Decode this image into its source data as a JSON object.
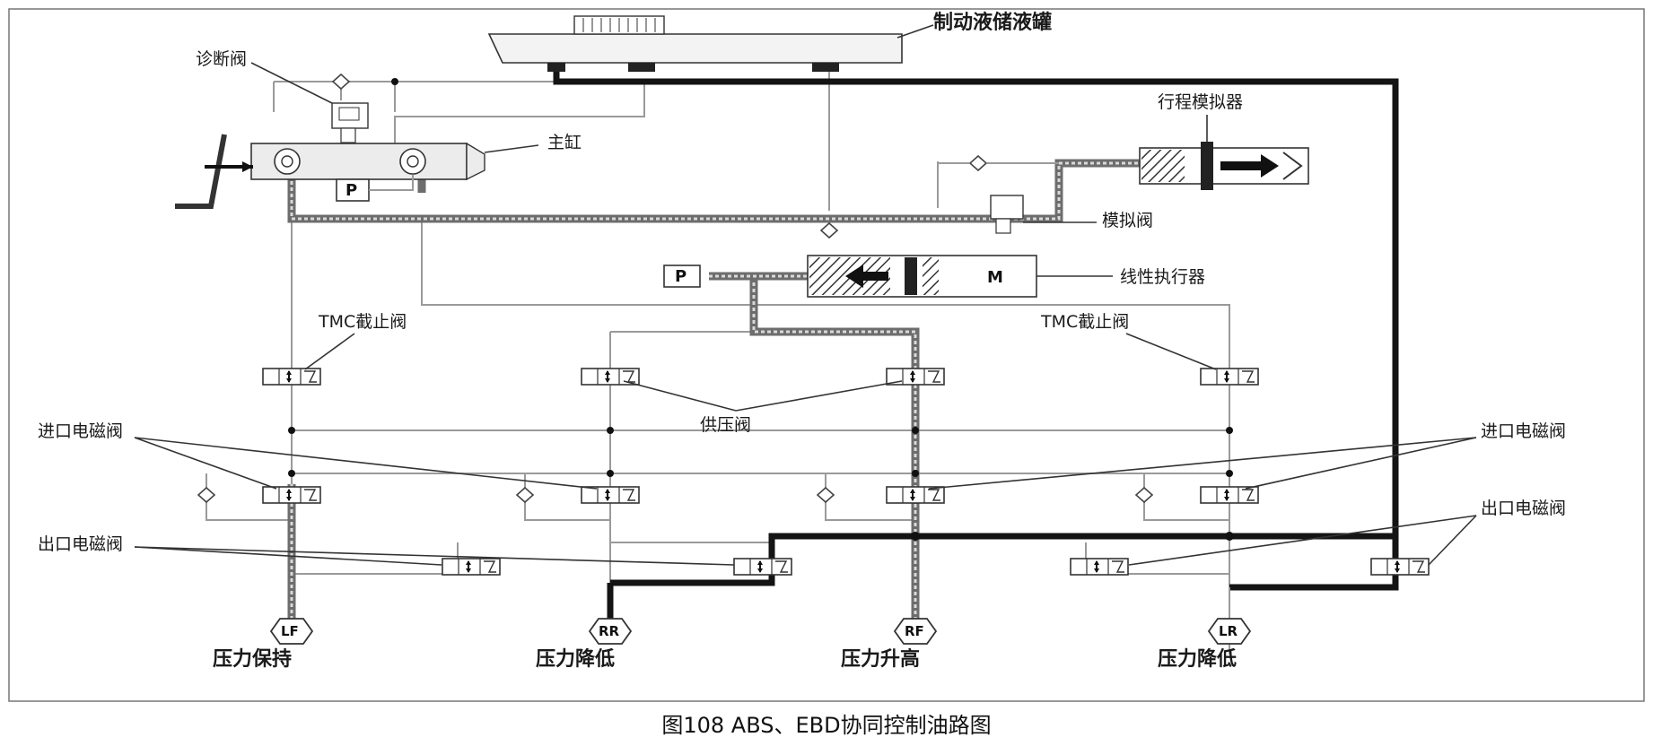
{
  "labels": {
    "reservoir": "制动液储液罐",
    "diag_valve": "诊断阀",
    "master_cyl": "主缸",
    "stroke_sim": "行程模拟器",
    "sim_valve": "模拟阀",
    "linear_actuator": "线性执行器",
    "tmc_left": "TMC截止阀",
    "tmc_right": "TMC截止阀",
    "supply_valve": "供压阀",
    "inlet_left": "进口电磁阀",
    "inlet_right": "进口电磁阀",
    "outlet_left": "出口电磁阀",
    "outlet_right": "出口电磁阀",
    "p_sensor": "P",
    "motor": "M"
  },
  "wheels": [
    {
      "id": "LF",
      "status": "压力保持"
    },
    {
      "id": "RR",
      "status": "压力降低"
    },
    {
      "id": "RF",
      "status": "压力升高"
    },
    {
      "id": "LR",
      "status": "压力降低"
    }
  ],
  "caption": "图108 ABS、EBD协同控制油路图",
  "colors": {
    "thick_line": "#141414",
    "pressure_pipe": "#6d6d6d",
    "thin_line": "#9a9a9a"
  }
}
